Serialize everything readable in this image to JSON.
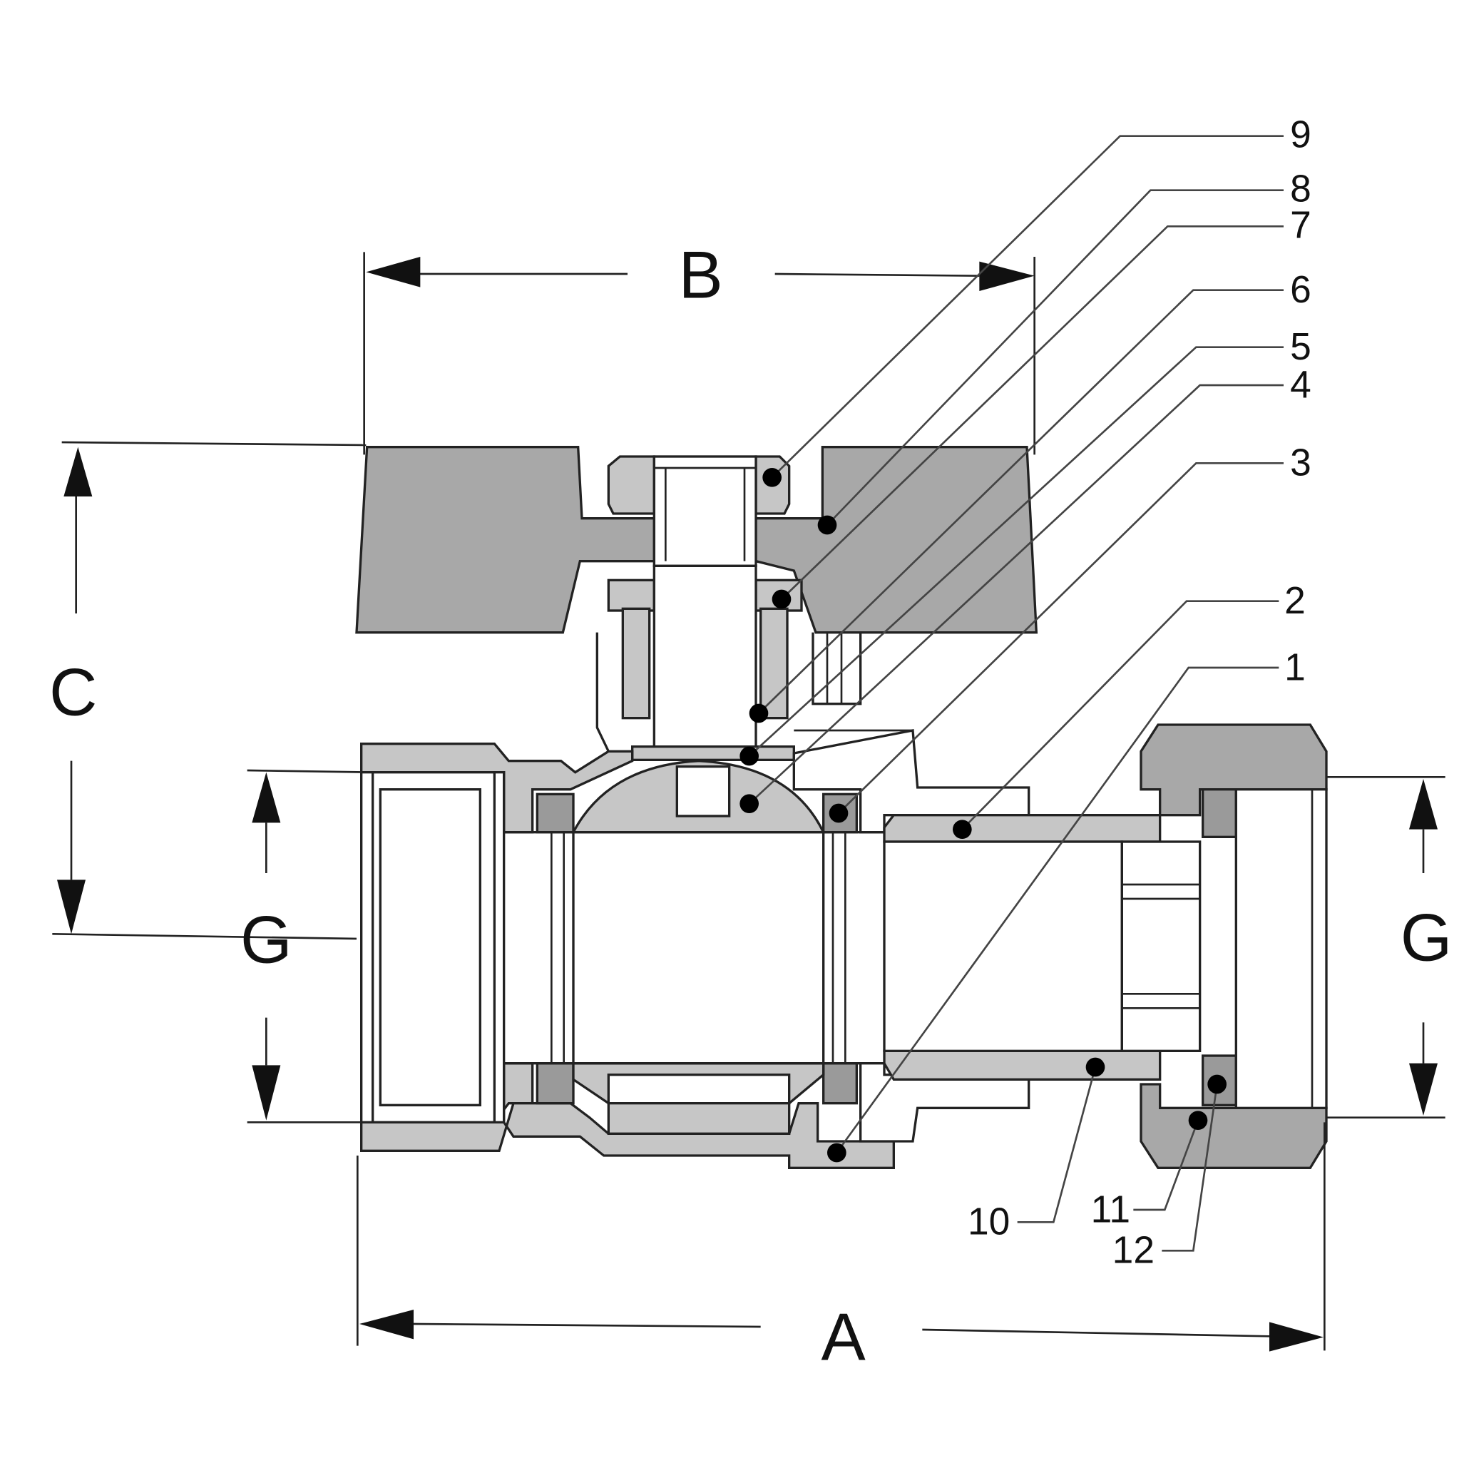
{
  "colors": {
    "background": "#ffffff",
    "line": "#222222",
    "handle_fill": "#a8a8a8",
    "body_fill": "#c6c6c6",
    "seal_fill": "#9a9a9a",
    "marker": "#000000"
  },
  "dimensions": {
    "A": "A",
    "B": "B",
    "C": "C",
    "G_left": "G",
    "G_right": "G"
  },
  "callouts": [
    {
      "id": "1",
      "label": "1"
    },
    {
      "id": "2",
      "label": "2"
    },
    {
      "id": "3",
      "label": "3"
    },
    {
      "id": "4",
      "label": "4"
    },
    {
      "id": "5",
      "label": "5"
    },
    {
      "id": "6",
      "label": "6"
    },
    {
      "id": "7",
      "label": "7"
    },
    {
      "id": "8",
      "label": "8"
    },
    {
      "id": "9",
      "label": "9"
    },
    {
      "id": "10",
      "label": "10"
    },
    {
      "id": "11",
      "label": "11"
    },
    {
      "id": "12",
      "label": "12"
    }
  ],
  "icons": {
    "arrowhead": "solid-triangle-arrow",
    "marker": "filled-circle-dot"
  }
}
